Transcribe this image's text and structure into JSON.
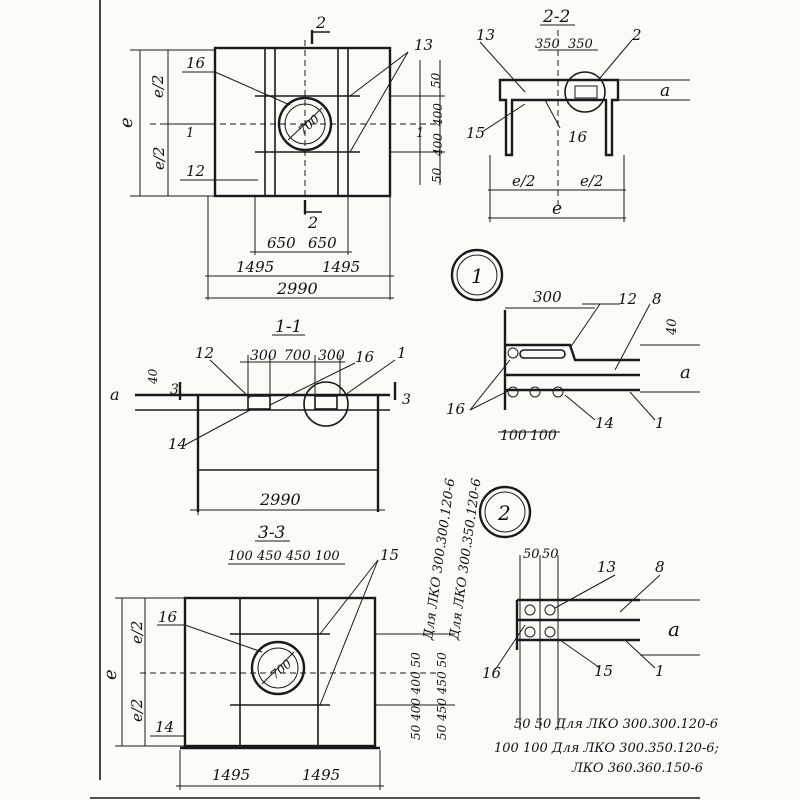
{
  "top_view": {
    "section_mark": "2",
    "section_mark_bottom": "2",
    "dim_height": "e",
    "dim_half_top": "e/2",
    "dim_half_bottom": "e/2",
    "dim_inner_w_left": "650",
    "dim_inner_w_right": "650",
    "dim_half_w_left": "1495",
    "dim_half_w_right": "1495",
    "dim_total_w": "2990",
    "dim_right_top": "50",
    "dim_right_mid1": "400",
    "dim_right_mid2": "400",
    "dim_right_bot": "50",
    "circle_label": "700",
    "callout_16": "16",
    "callout_13": "13",
    "callout_12": "12",
    "cut_label": "1",
    "cut_label_right": "1"
  },
  "section_2_2": {
    "title": "2-2",
    "dim_left": "350",
    "dim_right": "350",
    "dim_half_left": "e/2",
    "dim_half_right": "e/2",
    "dim_total": "e",
    "dim_a": "a",
    "callout_13": "13",
    "callout_2": "2",
    "callout_15": "15",
    "callout_16": "16"
  },
  "detail_1": {
    "circle_label": "1",
    "dim_top": "300",
    "dim_40": "40",
    "dim_a": "a",
    "dim_b1": "100",
    "dim_b2": "100",
    "callout_12": "12",
    "callout_8": "8",
    "callout_16": "16",
    "callout_14": "14",
    "callout_1": "1"
  },
  "section_1_1": {
    "title": "1-1",
    "dim_a": "300",
    "dim_b": "700",
    "dim_c": "300",
    "dim_total": "2990",
    "dim_40": "40",
    "dim_aa": "a",
    "cut_left": "3",
    "cut_right": "3",
    "callout_12": "12",
    "callout_16": "16",
    "callout_1": "1",
    "callout_14": "14"
  },
  "detail_2": {
    "circle_label": "2",
    "dim_top1": "50",
    "dim_top2": "50",
    "dim_a": "a",
    "callout_13": "13",
    "callout_8": "8",
    "callout_16": "16",
    "callout_15": "15",
    "callout_1": "1",
    "note_1": "50 50 Для ЛКО 300.300.120-6",
    "note_2": "100 100 Для ЛКО 300.350.120-6;",
    "note_3": "ЛКО 360.360.150-6"
  },
  "section_3_3": {
    "title": "3-3",
    "dim_top": "100 450 450 100",
    "dim_height": "e",
    "dim_half_top": "e/2",
    "dim_half_bottom": "e/2",
    "dim_half_w_left": "1495",
    "dim_half_w_right": "1495",
    "circle_label": "700",
    "callout_16": "16",
    "callout_15": "15",
    "callout_14": "14",
    "col1_values": "50 400 400 50",
    "col2_values": "50 450 450 50",
    "vertical_note_1": "Для ЛКО 300.300.120-6",
    "vertical_note_2": "Для ЛКО 300.350.120-6"
  }
}
